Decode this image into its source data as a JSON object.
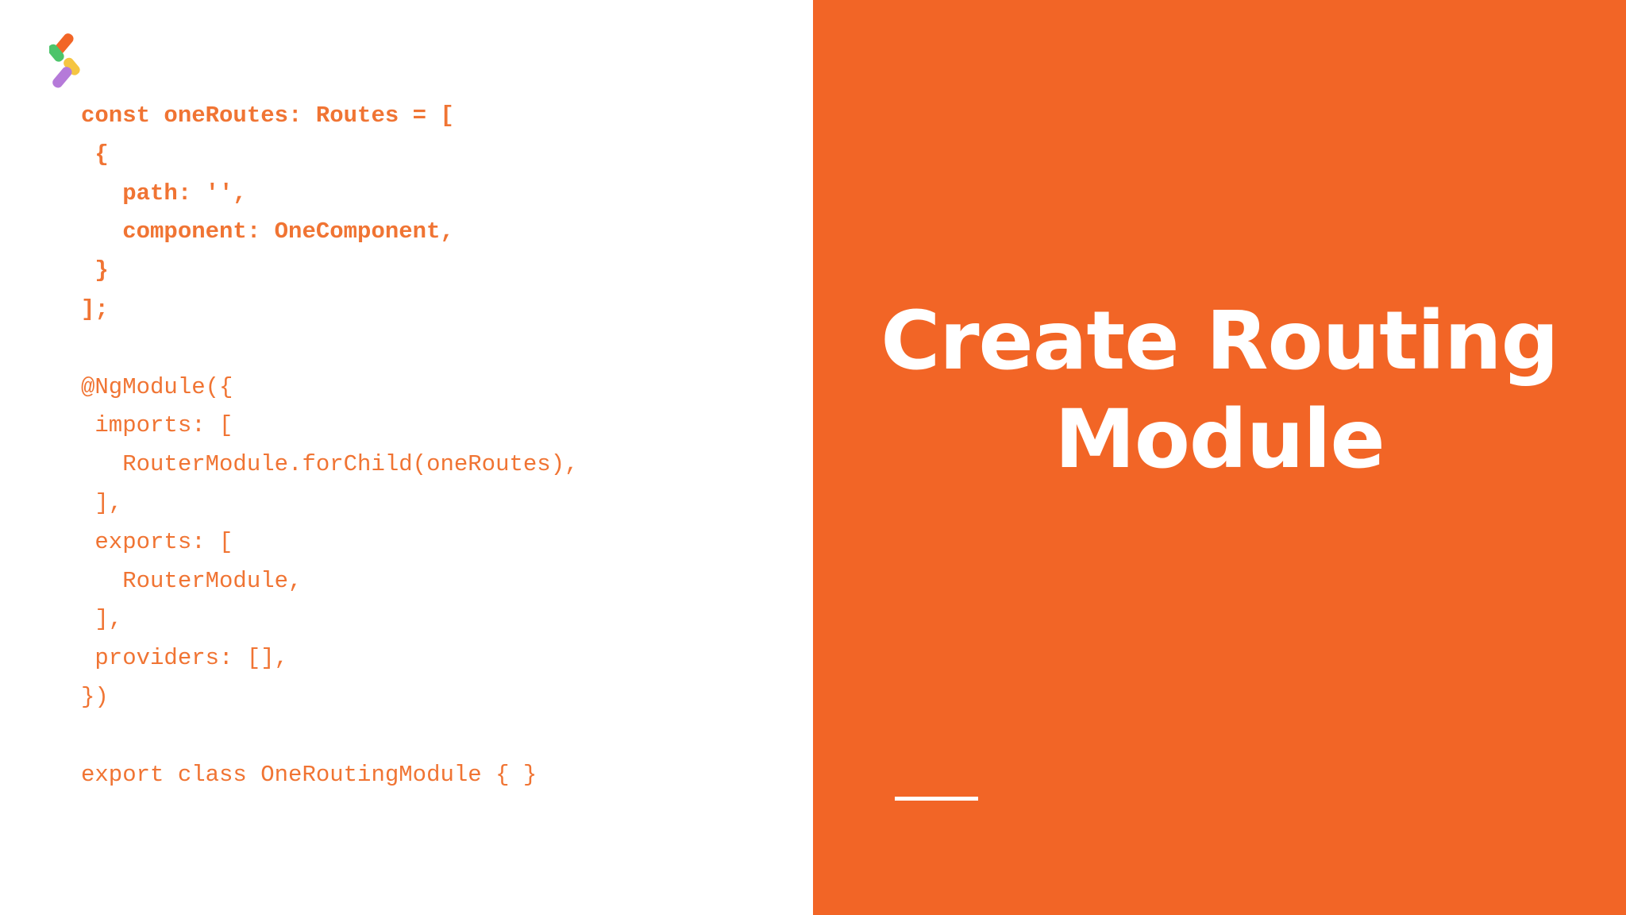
{
  "slide": {
    "logo_icon": "s-stripe-logo-icon",
    "colors": {
      "accent": "#f26526",
      "code_text": "#f07433",
      "title_text": "#ffffff",
      "background": "#ffffff"
    },
    "code_lines": [
      {
        "text": "const oneRoutes: Routes = [",
        "bold": true
      },
      {
        "text": " {",
        "bold": true
      },
      {
        "text": "   path: '',",
        "bold": true
      },
      {
        "text": "   component: OneComponent,",
        "bold": true
      },
      {
        "text": " }",
        "bold": true
      },
      {
        "text": "];",
        "bold": true
      },
      {
        "text": "",
        "bold": false
      },
      {
        "text": "@NgModule({",
        "bold": false
      },
      {
        "text": " imports: [",
        "bold": false
      },
      {
        "text": "   RouterModule.forChild(oneRoutes),",
        "bold": false
      },
      {
        "text": " ],",
        "bold": false
      },
      {
        "text": " exports: [",
        "bold": false
      },
      {
        "text": "   RouterModule,",
        "bold": false
      },
      {
        "text": " ],",
        "bold": false
      },
      {
        "text": " providers: [],",
        "bold": false
      },
      {
        "text": "})",
        "bold": false
      },
      {
        "text": "",
        "bold": false
      },
      {
        "text": "export class OneRoutingModule { }",
        "bold": false
      }
    ],
    "title_lines": [
      "Create Routing",
      "Module"
    ]
  }
}
